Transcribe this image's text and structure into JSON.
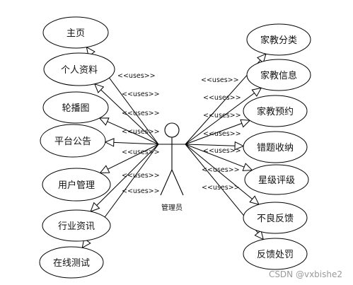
{
  "actor": {
    "label": "管理员"
  },
  "relation_label": "<<uses>>",
  "left_use_cases": [
    {
      "id": "home",
      "label": "主页"
    },
    {
      "id": "profile",
      "label": "个人资料"
    },
    {
      "id": "carousel",
      "label": "轮播图"
    },
    {
      "id": "announcement",
      "label": "平台公告"
    },
    {
      "id": "user-management",
      "label": "用户管理"
    },
    {
      "id": "industry-news",
      "label": "行业资讯"
    },
    {
      "id": "online-test",
      "label": "在线测试"
    }
  ],
  "right_use_cases": [
    {
      "id": "tutor-category",
      "label": "家教分类"
    },
    {
      "id": "tutor-info",
      "label": "家教信息"
    },
    {
      "id": "tutor-booking",
      "label": "家教预约"
    },
    {
      "id": "error-collection",
      "label": "错题收纳"
    },
    {
      "id": "star-rating",
      "label": "星级评级"
    },
    {
      "id": "negative-feedback",
      "label": "不良反馈"
    },
    {
      "id": "feedback-penalty",
      "label": "反馈处罚"
    }
  ],
  "watermark": "CSDN @vxbishe2"
}
